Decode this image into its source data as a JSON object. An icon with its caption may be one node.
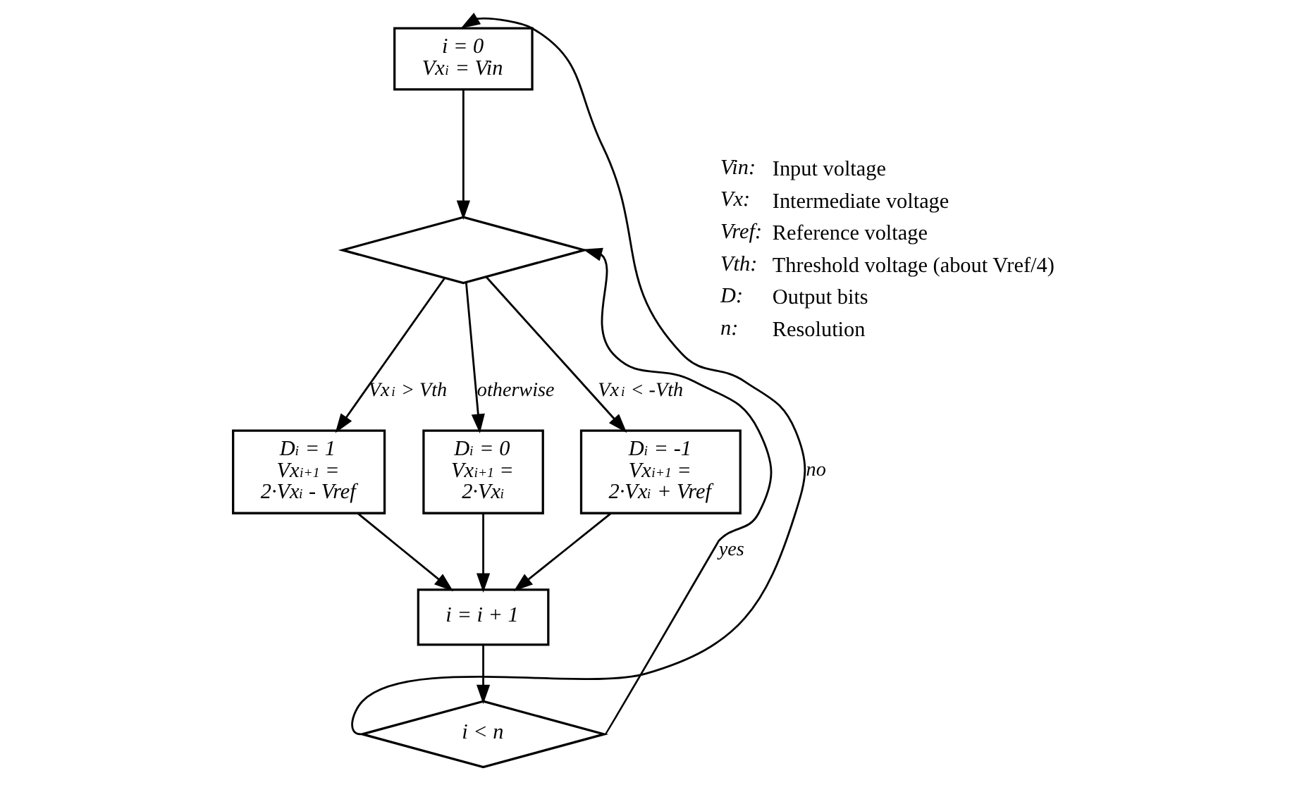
{
  "diagram": {
    "nodes": [
      {
        "text": [
          "i = 0",
          "Vx$_{i}$ = Vin"
        ]
      },
      {
        "text": [],
        "shape": "diamond"
      },
      {
        "text": [
          "D$_{i}$ = 1",
          "Vx$_{i+1}$ =",
          "2·Vx$_{i}$ - Vref"
        ]
      },
      {
        "text": [
          "D$_{i}$ = 0",
          "Vx$_{i+1}$ =",
          "2·Vx$_{i}$"
        ]
      },
      {
        "text": [
          "D$_{i}$ = -1",
          "Vx$_{i+1}$ =",
          "2·Vx$_{i}$ + Vref"
        ]
      },
      {
        "text": [
          "i = i + 1"
        ]
      },
      {
        "text": [
          "i < n"
        ]
      }
    ],
    "edges": [
      {
        "from": 0,
        "to": 1,
        "arrow": "to"
      },
      {
        "from": 1,
        "to": 2,
        "arrow": "to",
        "label": "Vx$_{i}$ > Vth"
      },
      {
        "from": 1,
        "to": 3,
        "arrow": "to",
        "label": "otherwise"
      },
      {
        "from": 1,
        "to": 4,
        "arrow": "to",
        "label": "Vx$_{i}$ < -Vth"
      },
      {
        "from": 2,
        "to": 5,
        "arrow": "to"
      },
      {
        "from": 3,
        "to": 5,
        "arrow": "to"
      },
      {
        "from": 4,
        "to": 5,
        "arrow": "to"
      },
      {
        "from": 5,
        "to": 6,
        "arrow": "to"
      },
      {
        "from": 6,
        "to": 0,
        "arrow": "to",
        "label": "no"
      },
      {
        "from": 6,
        "to": 1,
        "arrow": "to",
        "label": "yes"
      }
    ],
    "labels": [
      "Vin:",
      "Input voltage",
      "Vx:",
      "Intermediate voltage",
      "Vref:",
      "Reference voltage",
      "Vth:",
      "Threshold voltage (about Vref/4)",
      "D:",
      "Output bits",
      "n:",
      "Resolution"
    ]
  }
}
